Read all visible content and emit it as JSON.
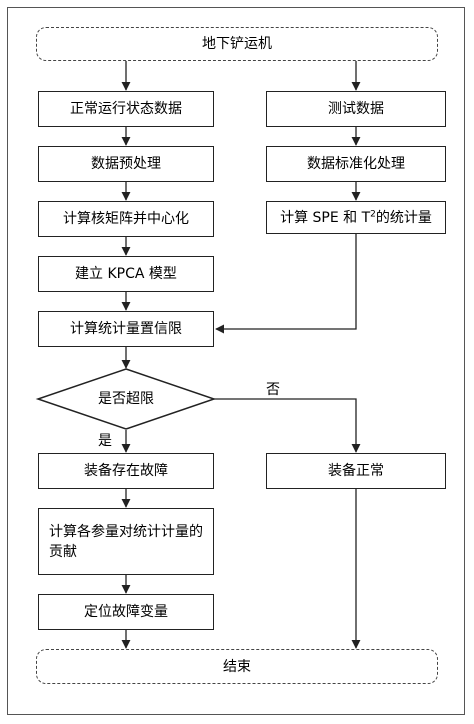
{
  "nodes": {
    "start": "地下铲运机",
    "normal_data": "正常运行状态数据",
    "preprocess": "数据预处理",
    "kernel_matrix": "计算核矩阵并中心化",
    "build_kpca": "建立 KPCA 模型",
    "confidence_limit": "计算统计量置信限",
    "decision": "是否超限",
    "fault": "装备存在故障",
    "contribution": "计算各参量对统计计量的贡献",
    "locate_fault": "定位故障变量",
    "end": "结束",
    "test_data": "测试数据",
    "standardize": "数据标准化处理",
    "calc_stats_prefix": "计算 SPE 和 T",
    "calc_stats_sup": "2",
    "calc_stats_suffix": "的统计量",
    "normal_equipment": "装备正常"
  },
  "edge_labels": {
    "yes": "是",
    "no": "否"
  }
}
